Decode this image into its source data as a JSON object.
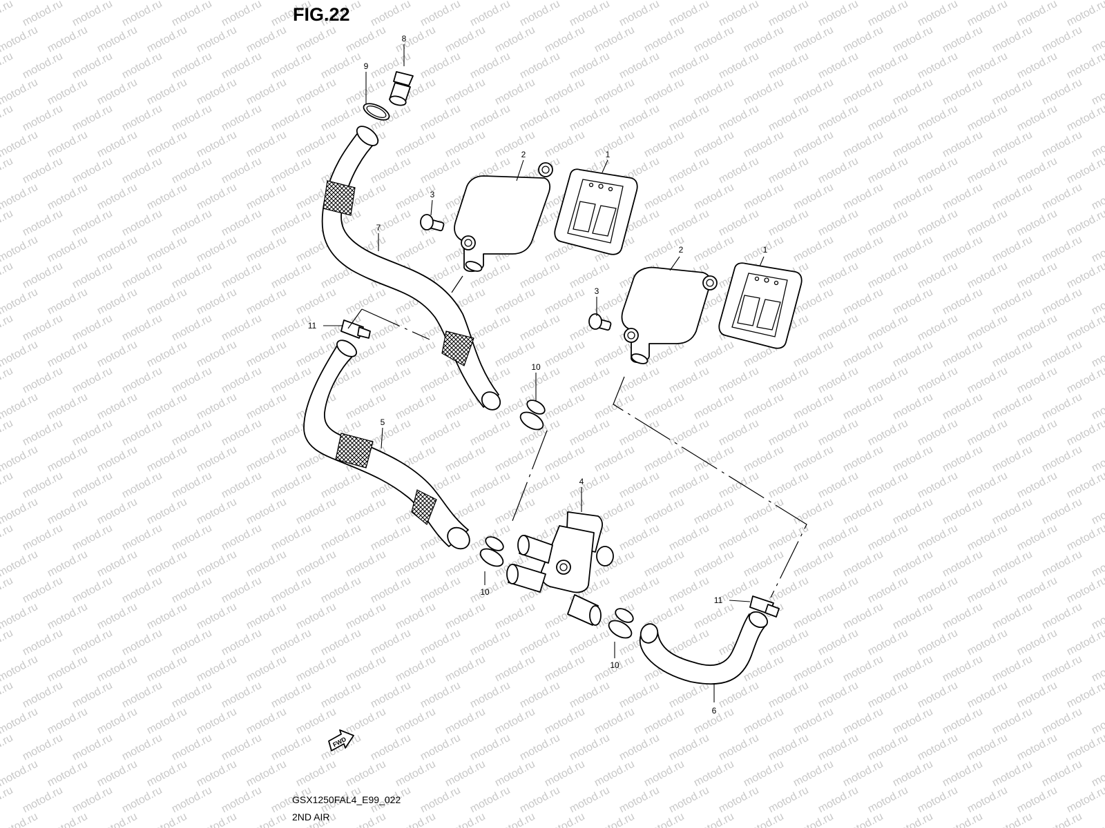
{
  "figure": {
    "title": "FIG.22"
  },
  "caption": {
    "code": "GSX1250FAL4_E99_022",
    "name": "2ND AIR"
  },
  "watermark": {
    "text": "motod.ru",
    "color": "#c8c8c8"
  },
  "fwd_symbol": {
    "label": "FWD"
  },
  "part_labels": {
    "p1a": "1",
    "p1b": "1",
    "p2a": "2",
    "p2b": "2",
    "p3a": "3",
    "p3b": "3",
    "p4": "4",
    "p5": "5",
    "p6": "6",
    "p7": "7",
    "p8": "8",
    "p9": "9",
    "p10a": "10",
    "p10b": "10",
    "p10c": "10",
    "p11a": "11",
    "p11b": "11"
  }
}
